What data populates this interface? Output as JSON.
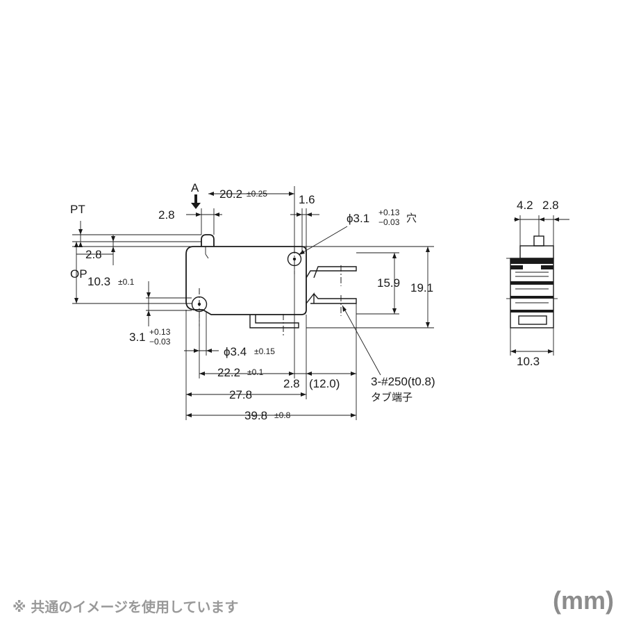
{
  "labels": {
    "a": "A",
    "pt": "PT",
    "op": "OP",
    "dim_20_2": "20.2",
    "tol_20_2": "±0.25",
    "dim_1_6": "1.6",
    "dim_2_8_top": "2.8",
    "dim_2_8_left": "2.8",
    "dim_10_3": "10.3",
    "tol_10_3": "±0.1",
    "hole_small": "ϕ3.1",
    "hole_small_tol_plus": "+0.13",
    "hole_small_tol_minus": "−0.03",
    "hole_small_suffix": "穴",
    "dim_15_9": "15.9",
    "dim_19_1": "19.1",
    "dim_3_1": "3.1",
    "dim_3_1_tol_plus": "+0.13",
    "dim_3_1_tol_minus": "−0.03",
    "hole_large": "ϕ3.4",
    "hole_large_tol": "±0.15",
    "dim_22_2": "22.2",
    "tol_22_2": "±0.1",
    "dim_2_8_bottom": "2.8",
    "dim_12_0": "(12.0)",
    "dim_27_8": "27.8",
    "dim_39_8": "39.8",
    "tol_39_8": "±0.8",
    "terminal_spec": "3-#250(t0.8)",
    "terminal_name": "タブ端子",
    "side_4_2": "4.2",
    "side_2_8": "2.8",
    "side_10_3": "10.3"
  },
  "footer": {
    "note": "※ 共通のイメージを使用しています",
    "unit": "(mm)"
  }
}
